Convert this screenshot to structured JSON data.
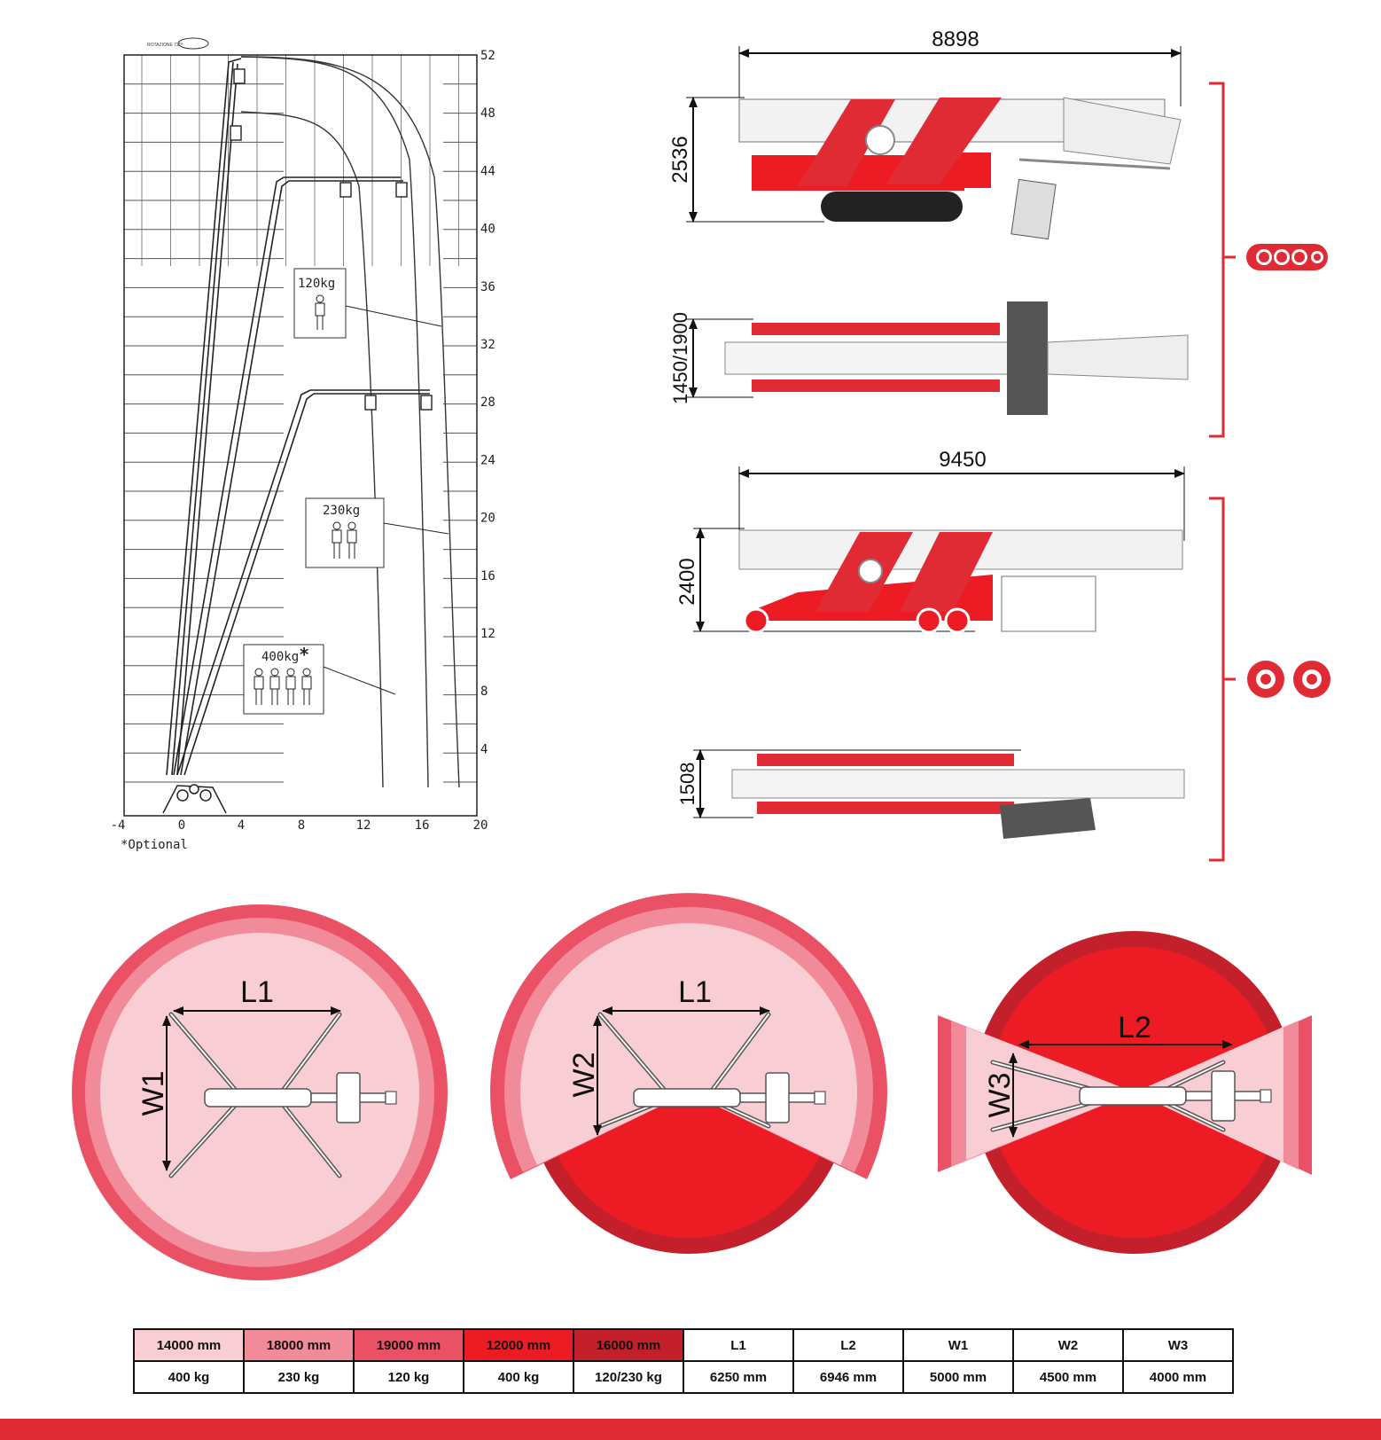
{
  "colors": {
    "red": "#e02b35",
    "bright_red": "#ed1c24",
    "dark_red": "#c4202b",
    "pink_light": "#f8cdd3",
    "pink_mid": "#f18a99",
    "pink_strong": "#eb5165"
  },
  "chart": {
    "logo_text": "ROTAZIONE 720°",
    "y_ticks": [
      "52",
      "48",
      "44",
      "40",
      "36",
      "32",
      "28",
      "24",
      "20",
      "16",
      "12",
      "8",
      "4"
    ],
    "x_ticks": [
      "-4",
      "0",
      "4",
      "8",
      "12",
      "16",
      "20"
    ],
    "zone_labels": [
      {
        "text": "120kg",
        "persons": 1
      },
      {
        "text": "230kg",
        "persons": 2
      },
      {
        "text": "400kg",
        "mark": "*",
        "persons": 4
      }
    ],
    "footnote": "*Optional"
  },
  "dimensions": {
    "track_length": "8898",
    "track_height": "2536",
    "track_width": "1450/1900",
    "wheel_length": "9450",
    "wheel_height": "2400",
    "wheel_width": "1508"
  },
  "icons": {
    "track_icon": "crawler-track-icon",
    "wheel_icon": "wheel-icon"
  },
  "outrigger_labels": {
    "d1_length": "L1",
    "d1_width": "W1",
    "d2_length": "L1",
    "d2_width": "W2",
    "d3_length": "L2",
    "d3_width": "W3"
  },
  "table": {
    "header": [
      "14000 mm",
      "18000 mm",
      "19000 mm",
      "12000 mm",
      "16000 mm",
      "L1",
      "L2",
      "W1",
      "W2",
      "W3"
    ],
    "values": [
      "400 kg",
      "230 kg",
      "120 kg",
      "400 kg",
      "120/230 kg",
      "6250 mm",
      "6946 mm",
      "5000 mm",
      "4500 mm",
      "4000 mm"
    ],
    "header_colors": [
      "#f8cdd3",
      "#f18a99",
      "#eb5165",
      "#ed1c24",
      "#c4202b",
      "#ffffff",
      "#ffffff",
      "#ffffff",
      "#ffffff",
      "#ffffff"
    ]
  }
}
